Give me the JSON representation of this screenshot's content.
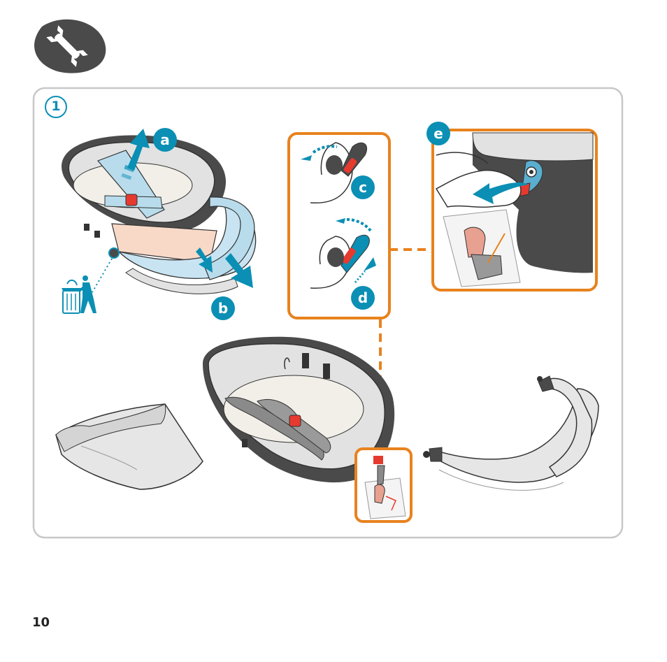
{
  "page": {
    "number": "10",
    "section_icon": "wrench-icon"
  },
  "step": {
    "number": "1"
  },
  "callouts": {
    "a": "a",
    "b": "b",
    "c": "c",
    "d": "d",
    "e": "e"
  },
  "colors": {
    "accent_orange": "#e8821e",
    "accent_blue": "#0b8fb4",
    "icon_bg": "#4a4a4a",
    "panel_border": "#c8c8c8",
    "shell_dark": "#4a4a4a",
    "fabric_light": "#e6e6e6",
    "strap_blue": "#b8dcec",
    "buckle_red": "#e63a2e"
  }
}
